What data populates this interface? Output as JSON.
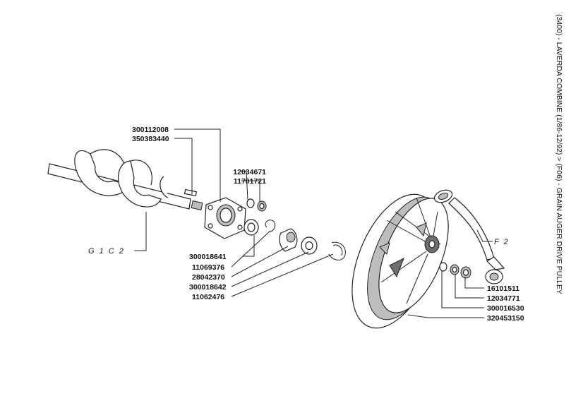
{
  "title": "(3400) - LAVERDA COMBINE (1/86-12/92) > (F06) - GRAIN AUGER DRIVE PULLEY",
  "part_numbers": {
    "p300112008": "300112008",
    "p350383440": "350383440",
    "p12034671": "12034671",
    "p11701721": "11701721",
    "p300018641": "300018641",
    "p11069376": "11069376",
    "p28042370": "28042370",
    "p300018642": "300018642",
    "p11062476": "11062476",
    "p16101511": "16101511",
    "p12034771": "12034771",
    "p300016530": "300016530",
    "p320453150": "320453150"
  },
  "references": {
    "g1c2": "G 1  C 2",
    "f2": "F 2"
  }
}
